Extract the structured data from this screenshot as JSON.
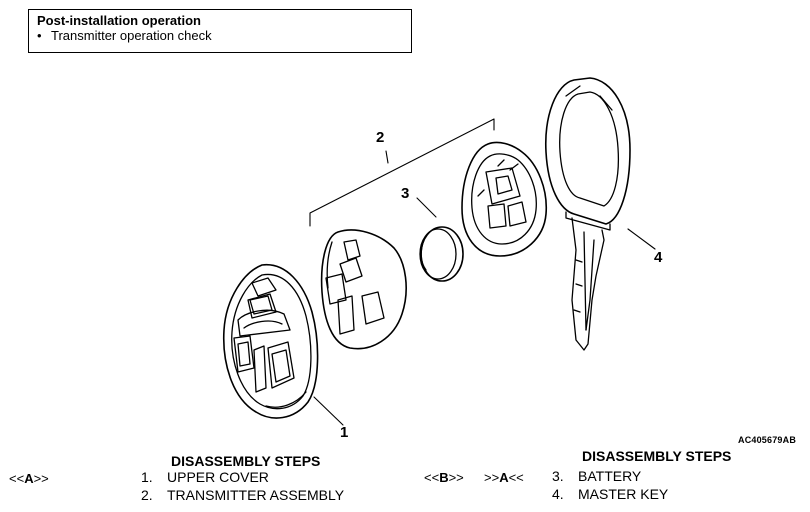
{
  "post_installation": {
    "title": "Post-installation operation",
    "bullet": "•",
    "items": [
      "Transmitter operation check"
    ]
  },
  "callouts": [
    "1",
    "2",
    "3",
    "4"
  ],
  "figure_code": "AC405679AB",
  "left_steps": {
    "heading": "DISASSEMBLY STEPS",
    "ref_a": {
      "open": "<<",
      "letter": "A",
      "close": ">>"
    },
    "items": [
      {
        "num": "1.",
        "label": "UPPER COVER"
      },
      {
        "num": "2.",
        "label": "TRANSMITTER ASSEMBLY"
      }
    ]
  },
  "right_steps": {
    "heading": "DISASSEMBLY STEPS",
    "ref_b": {
      "open": "<<",
      "letter": "B",
      "close": ">>"
    },
    "ref_a": {
      "open": ">>",
      "letter": "A",
      "close": "<<"
    },
    "items": [
      {
        "num": "3.",
        "label": "BATTERY"
      },
      {
        "num": "4.",
        "label": "MASTER KEY"
      }
    ]
  }
}
